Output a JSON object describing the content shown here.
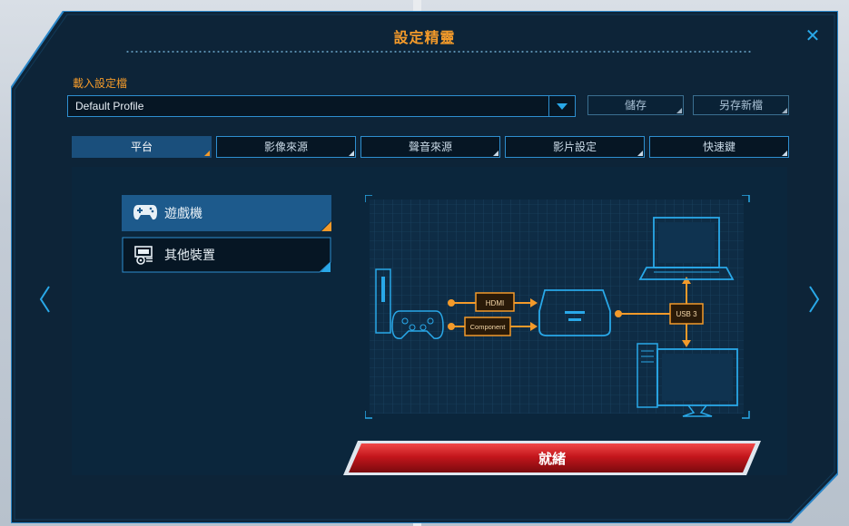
{
  "window": {
    "title": "設定精靈"
  },
  "profile": {
    "label": "載入設定檔",
    "value": "Default Profile",
    "save": "儲存",
    "save_as": "另存新檔"
  },
  "tabs": [
    "平台",
    "影像來源",
    "聲音來源",
    "影片設定",
    "快速鍵"
  ],
  "platforms": [
    {
      "label": "遊戲機",
      "icon": "gamepad-icon",
      "selected": true
    },
    {
      "label": "其他裝置",
      "icon": "device-icon",
      "selected": false
    }
  ],
  "diagram": {
    "hdmi": "HDMI",
    "component": "Component",
    "usb": "USB 3"
  },
  "ready": "就緒",
  "colors": {
    "accent": "#f39a2a",
    "frame": "#2e8fd0",
    "ready": "#c4161c",
    "background": "#0d2438"
  }
}
